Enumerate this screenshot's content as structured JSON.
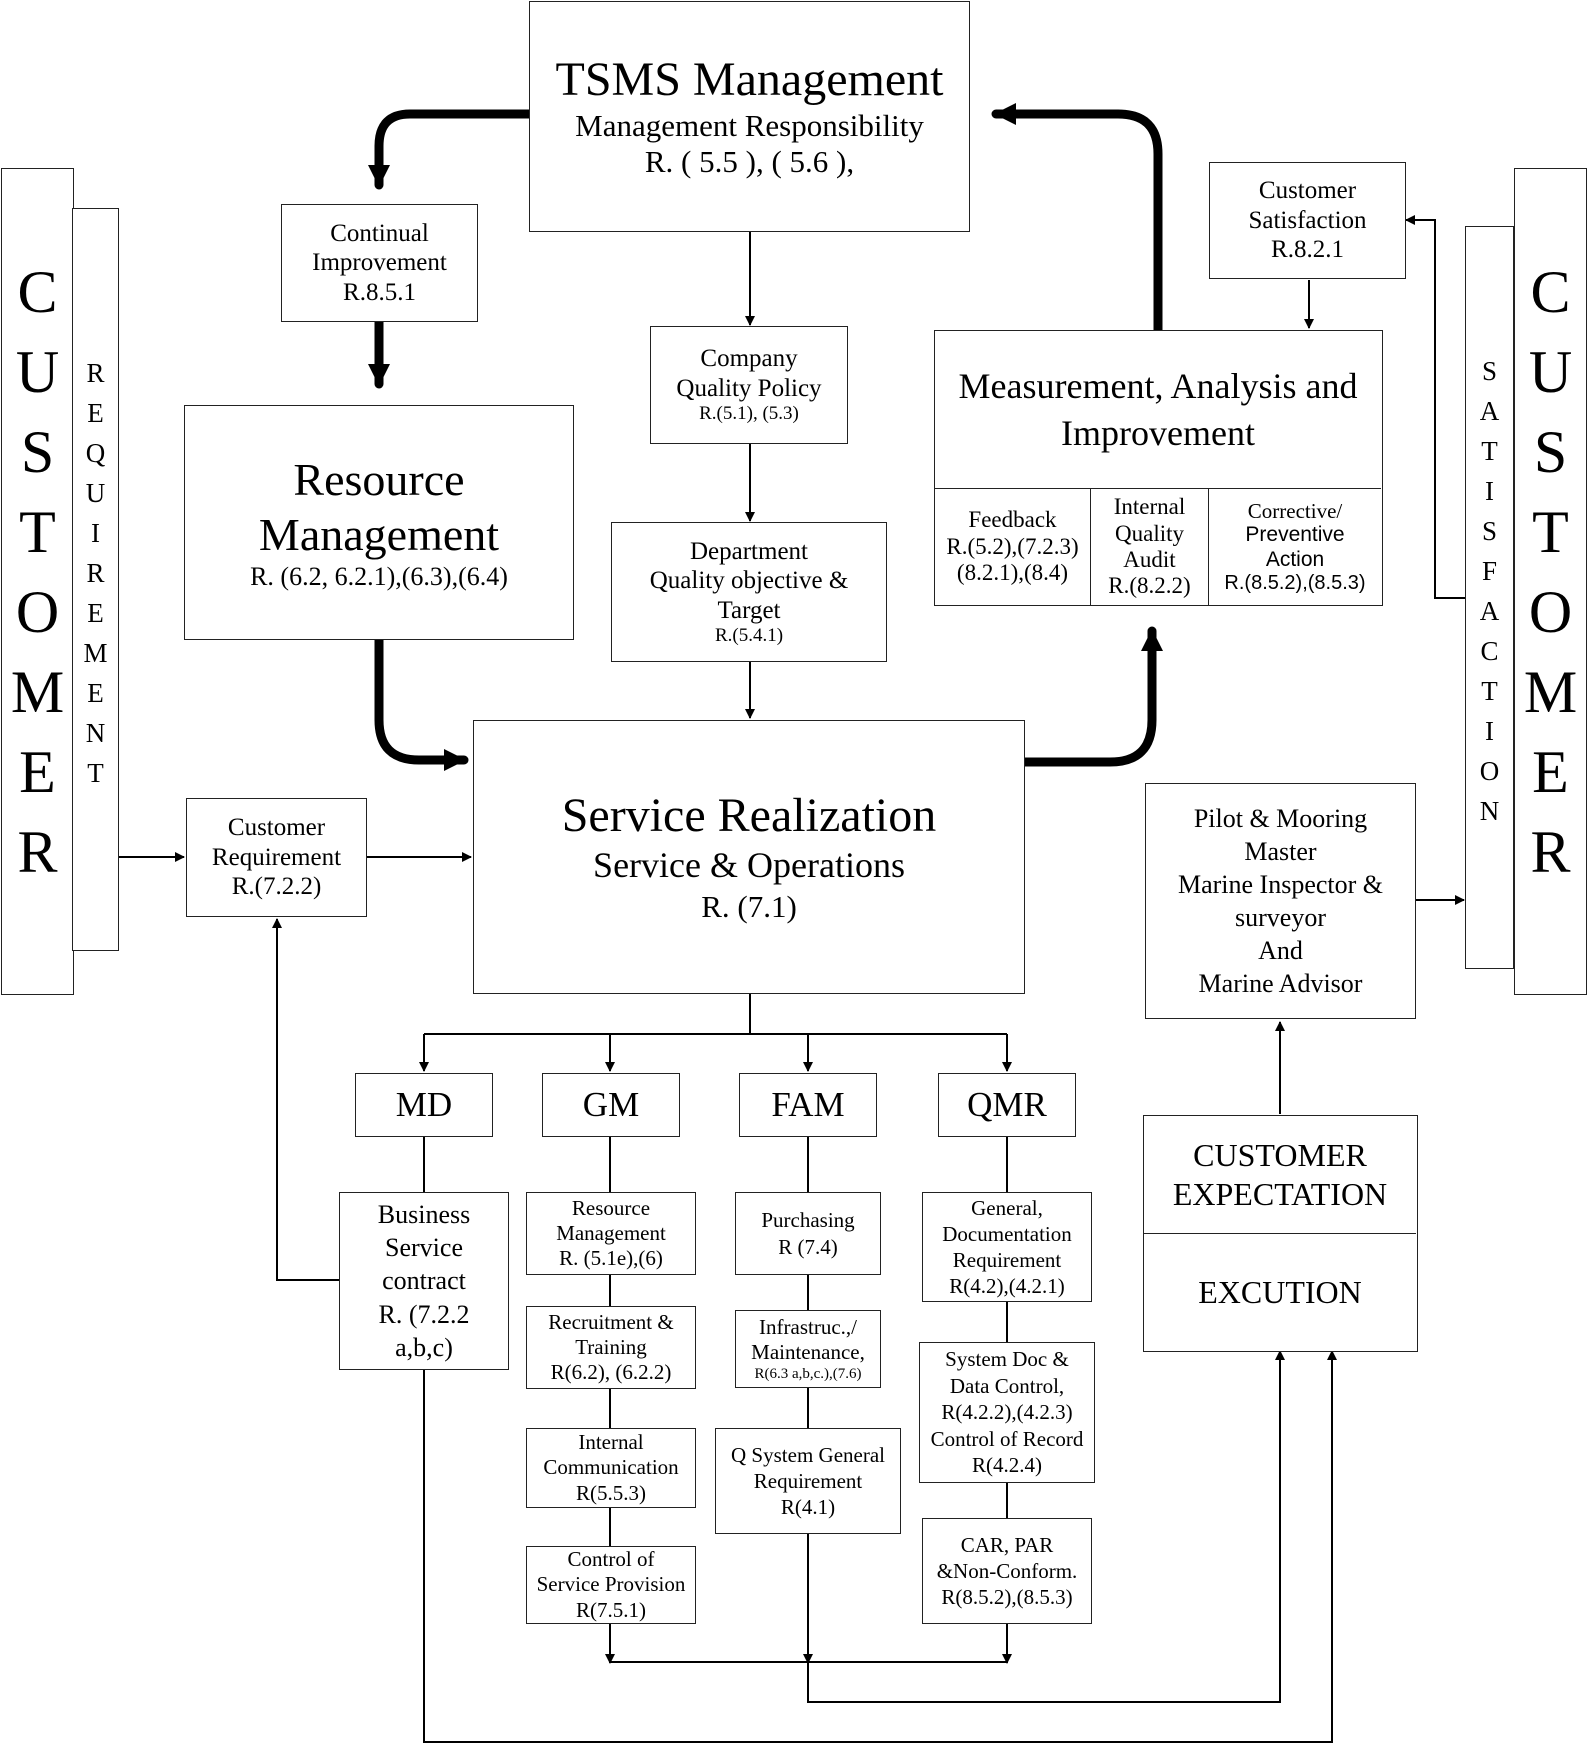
{
  "tsms": {
    "title": "TSMS Management",
    "sub": "Management Responsibility",
    "ref": "R. ( 5.5 ), ( 5.6 ),"
  },
  "continual": {
    "l1": "Continual",
    "l2": "Improvement",
    "ref": "R.8.5.1"
  },
  "resource_mgmt": {
    "l1": "Resource",
    "l2": "Management",
    "ref": "R. (6.2, 6.2.1),(6.3),(6.4)"
  },
  "policy": {
    "l1": "Company",
    "l2": "Quality Policy",
    "ref": "R.(5.1), (5.3)"
  },
  "dept": {
    "l1": "Department",
    "l2": "Quality objective &",
    "l3": "Target",
    "ref": "R.(5.4.1)"
  },
  "measurement": {
    "l1": "Measurement, Analysis and",
    "l2": "Improvement"
  },
  "feedback": {
    "l1": "Feedback",
    "l2": "R.(5.2),(7.2.3)",
    "l3": "(8.2.1),(8.4)"
  },
  "audit": {
    "l1": "Internal",
    "l2": "Quality",
    "l3": "Audit",
    "ref": "R.(8.2.2)"
  },
  "corrective": {
    "l1": "Corrective/",
    "l2": "Preventive",
    "l3": "Action",
    "ref": "R.(8.5.2),(8.5.3)"
  },
  "cust_sat": {
    "l1": "Customer",
    "l2": "Satisfaction",
    "ref": "R.8.2.1"
  },
  "cust_req": {
    "l1": "Customer",
    "l2": "Requirement",
    "ref": "R.(7.2.2)"
  },
  "service": {
    "title": "Service Realization",
    "sub": "Service & Operations",
    "ref": "R. (7.1)"
  },
  "pilot": {
    "l1": "Pilot & Mooring",
    "l2": "Master",
    "l3": "Marine Inspector &",
    "l4": "surveyor",
    "l5": "And",
    "l6": "Marine Advisor"
  },
  "expect": {
    "l1": "CUSTOMER",
    "l2": "EXPECTATION",
    "l3": "EXCUTION"
  },
  "md": {
    "label": "MD"
  },
  "gm": {
    "label": "GM"
  },
  "fam": {
    "label": "FAM"
  },
  "qmr": {
    "label": "QMR"
  },
  "business": {
    "l1": "Business",
    "l2": "Service",
    "l3": "contract",
    "l4": "R. (7.2.2",
    "l5": "a,b,c)"
  },
  "gm_resource": {
    "l1": "Resource",
    "l2": "Management",
    "ref": "R. (5.1e),(6)"
  },
  "recruit": {
    "l1": "Recruitment &",
    "l2": "Training",
    "ref": "R(6.2), (6.2.2)"
  },
  "internal_comm": {
    "l1": "Internal",
    "l2": "Communication",
    "ref": "R(5.5.3)"
  },
  "control_service": {
    "l1": "Control of",
    "l2": "Service Provision",
    "ref": "R(7.5.1)"
  },
  "purchasing": {
    "l1": "Purchasing",
    "ref": "R (7.4)"
  },
  "infra": {
    "l1": "Infrastruc.,/",
    "l2": "Maintenance,",
    "ref": "R(6.3 a,b,c.),(7.6)"
  },
  "qsystem": {
    "l1": "Q System General",
    "l2": "Requirement",
    "ref": "R(4.1)"
  },
  "general_doc": {
    "l1": "General,",
    "l2": "Documentation",
    "l3": "Requirement",
    "ref": "R(4.2),(4.2.1)"
  },
  "system_doc": {
    "l1": "System Doc &",
    "l2": "Data Control,",
    "l3": "R(4.2.2),(4.2.3)",
    "l4": "Control of Record",
    "ref": "R(4.2.4)"
  },
  "car": {
    "l1": "CAR, PAR",
    "l2": "&Non-Conform.",
    "ref": "R(8.5.2),(8.5.3)"
  },
  "left_customer": [
    "C",
    "U",
    "S",
    "T",
    "O",
    "M",
    "E",
    "R"
  ],
  "left_requirement": [
    "R",
    "E",
    "Q",
    "U",
    "I",
    "R",
    "E",
    "M",
    "E",
    "N",
    "T"
  ],
  "right_customer": [
    "C",
    "U",
    "S",
    "T",
    "O",
    "M",
    "E",
    "R"
  ],
  "right_satisfaction": [
    "S",
    "A",
    "T",
    "I",
    "S",
    "F",
    "A",
    "C",
    "T",
    "I",
    "O",
    "N"
  ]
}
